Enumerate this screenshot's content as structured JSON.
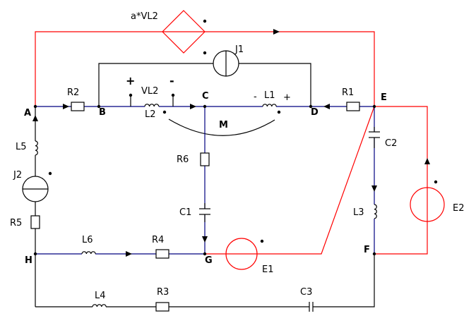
{
  "diagram": {
    "type": "electrical-circuit",
    "nodes": [
      "A",
      "B",
      "C",
      "D",
      "E",
      "F",
      "G",
      "H"
    ],
    "components": {
      "dependent_source": {
        "label": "a*VL2"
      },
      "J1": {
        "label": "J1"
      },
      "J2": {
        "label": "J2"
      },
      "R1": {
        "label": "R1"
      },
      "R2": {
        "label": "R2"
      },
      "R3": {
        "label": "R3"
      },
      "R4": {
        "label": "R4"
      },
      "R5": {
        "label": "R5"
      },
      "R6": {
        "label": "R6"
      },
      "L1": {
        "label": "L1",
        "plus": "+",
        "minus": "-"
      },
      "L2": {
        "label": "L2"
      },
      "L3": {
        "label": "L3"
      },
      "L4": {
        "label": "L4"
      },
      "L5": {
        "label": "L5"
      },
      "L6": {
        "label": "L6"
      },
      "C1": {
        "label": "C1"
      },
      "C2": {
        "label": "C2"
      },
      "C3": {
        "label": "C3"
      },
      "E1": {
        "label": "E1"
      },
      "E2": {
        "label": "E2"
      },
      "VL2": {
        "label": "VL2",
        "plus": "+",
        "minus": "-"
      },
      "M": {
        "label": "M"
      }
    },
    "colors": {
      "wire_black": "#000000",
      "wire_blue": "#000080",
      "wire_red": "#ff0000"
    }
  }
}
